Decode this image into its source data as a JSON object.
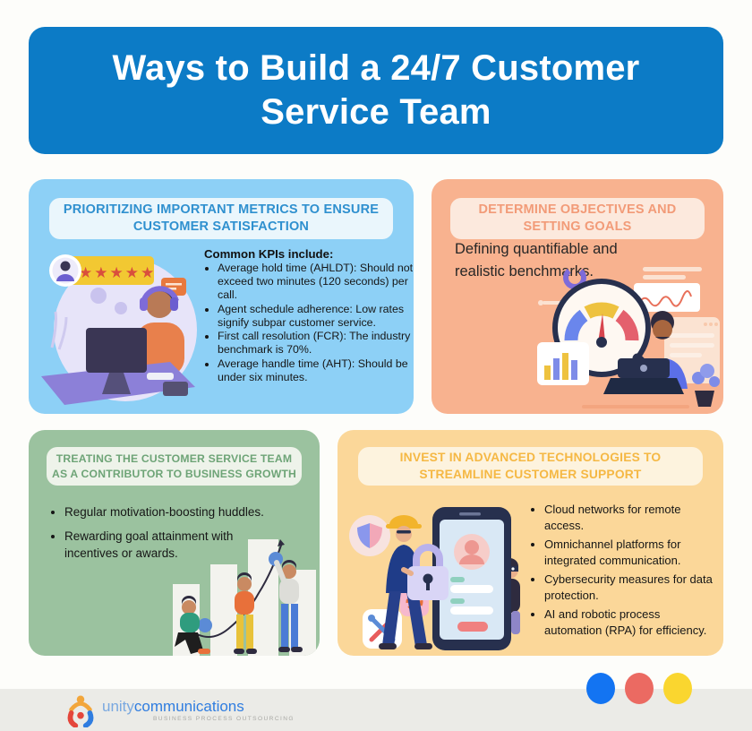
{
  "header": {
    "title": "Ways to Build a 24/7 Customer Service Team",
    "bg_color": "#0C7BC6",
    "text_color": "#FFFFFF"
  },
  "cards": [
    {
      "title": "PRIORITIZING IMPORTANT METRICS TO ENSURE CUSTOMER SATISFACTION",
      "intro": "Common KPIs include:",
      "bullets": [
        "Average hold time (AHLDT): Should not exceed two minutes (120 seconds) per call.",
        "Agent schedule adherence: Low rates signify subpar customer service.",
        "First call resolution (FCR): The industry benchmark is 70%.",
        "Average handle time (AHT): Should be under six minutes."
      ],
      "bg_color": "#8DD0F6",
      "pill_color": "#EAF6FC",
      "title_color": "#2F90CF",
      "illustration": "customer-support-agent"
    },
    {
      "title": "DETERMINE OBJECTIVES AND SETTING GOALS",
      "body": "Defining quantifiable and realistic benchmarks.",
      "bg_color": "#F8B28F",
      "pill_color": "#FCE9DD",
      "title_color": "#F29B78",
      "illustration": "gauge-analyst-at-laptop"
    },
    {
      "title": "TREATING THE CUSTOMER SERVICE TEAM AS A CONTRIBUTOR TO BUSINESS GROWTH",
      "bullets": [
        "Regular motivation-boosting huddles.",
        "Rewarding goal attainment with incentives or awards."
      ],
      "bg_color": "#9BC29F",
      "pill_color": "#EEF3EA",
      "title_color": "#6EA477",
      "illustration": "team-climbing-growth-bars"
    },
    {
      "title": "INVEST IN ADVANCED TECHNOLOGIES TO STREAMLINE CUSTOMER SUPPORT",
      "bullets": [
        "Cloud networks for remote access.",
        "Omnichannel platforms for integrated communication.",
        "Cybersecurity measures for data protection.",
        "AI and robotic process automation (RPA) for efficiency."
      ],
      "bg_color": "#FBD799",
      "pill_color": "#FDF3DE",
      "title_color": "#F5B844",
      "illustration": "security-lock-and-tablet"
    }
  ],
  "footer": {
    "logo": {
      "brand_first": "unity",
      "brand_second": "communications",
      "tagline": "BUSINESS PROCESS OUTSOURCING"
    },
    "dots": [
      {
        "name": "blue-dot",
        "color": "#1374F2"
      },
      {
        "name": "red-dot",
        "color": "#EB6A62"
      },
      {
        "name": "yellow-dot",
        "color": "#FAD62F"
      }
    ]
  }
}
